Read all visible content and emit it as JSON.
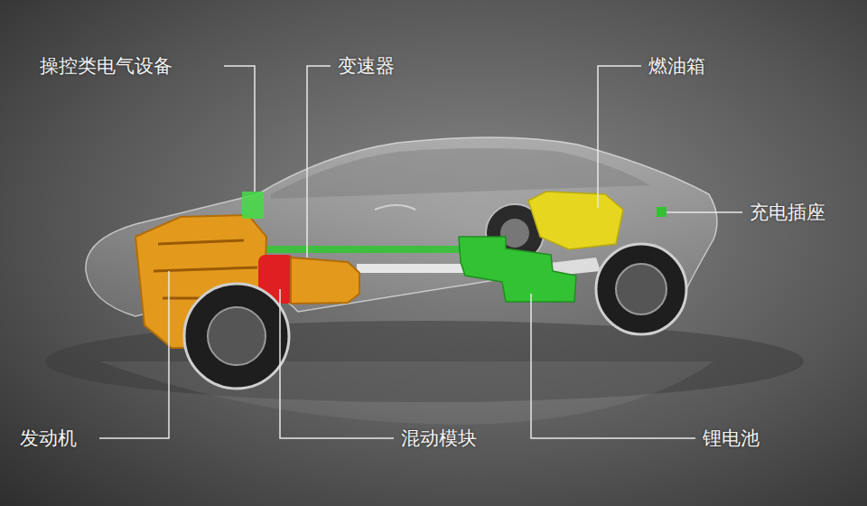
{
  "diagram": {
    "labels": [
      "操控类电气设备",
      "变速器",
      "燃油箱",
      "充电插座",
      "发动机",
      "混动模块",
      "锂电池"
    ]
  }
}
